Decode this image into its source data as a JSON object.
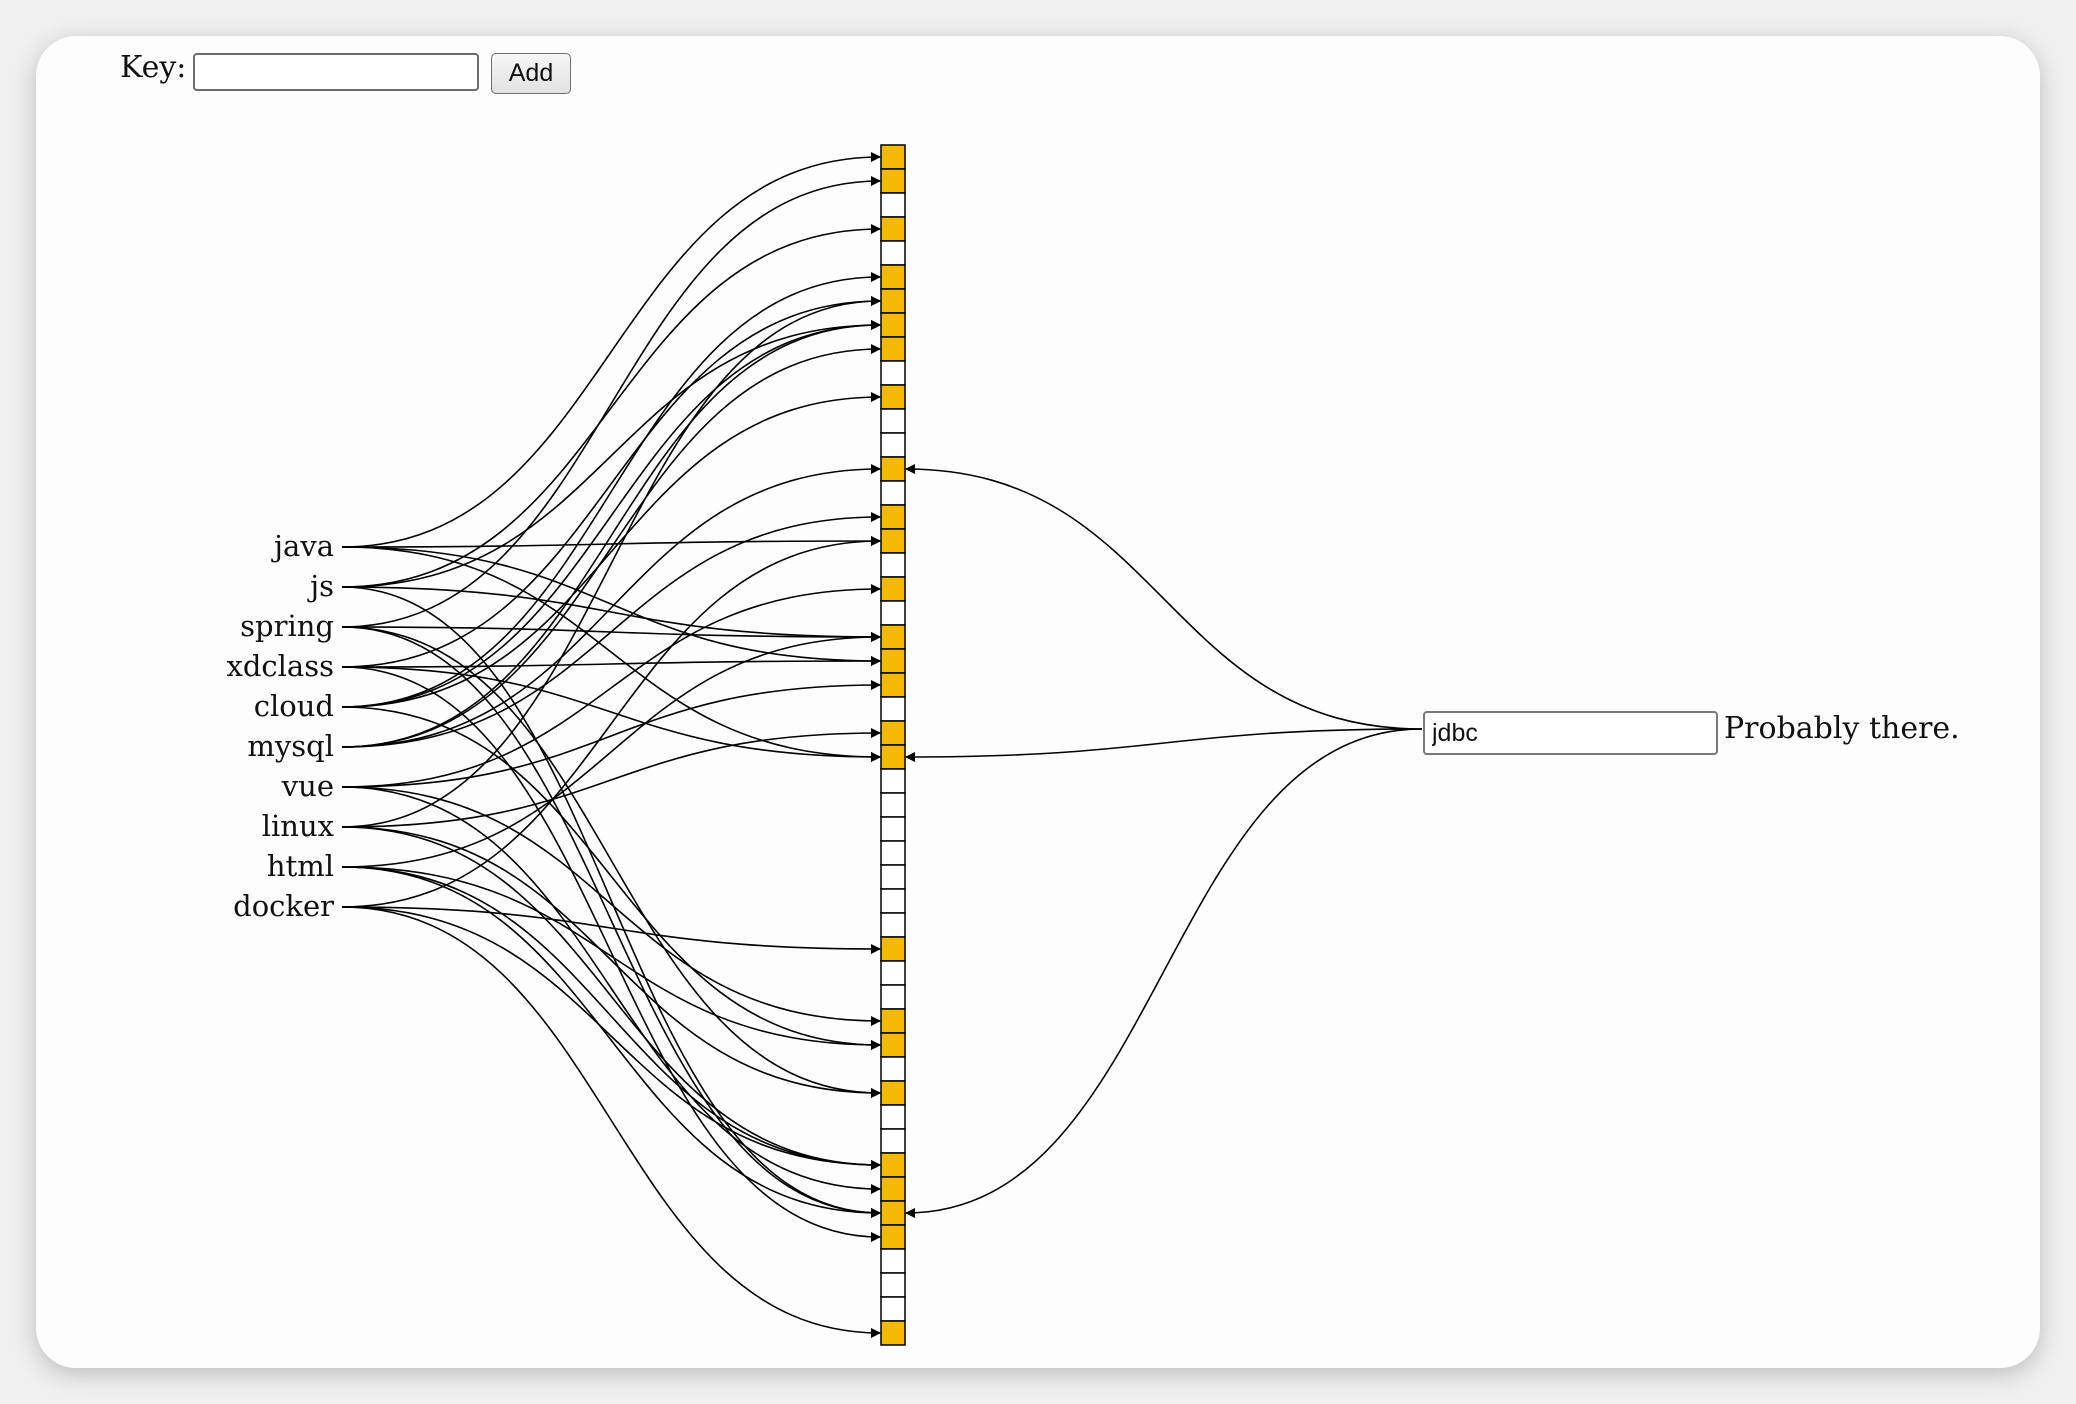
{
  "key_form": {
    "label": "Key:",
    "input_value": "",
    "add_label": "Add"
  },
  "bloom_filter": {
    "size": 50,
    "colors": {
      "set_bit": "#f6b800",
      "unset_bit": "#ffffff",
      "stroke": "#000000"
    },
    "set_bits": [
      0,
      1,
      3,
      5,
      6,
      7,
      8,
      10,
      13,
      15,
      16,
      18,
      20,
      21,
      22,
      24,
      25,
      33,
      36,
      37,
      39,
      42,
      43,
      44,
      45,
      49
    ],
    "keys": [
      {
        "label": "java",
        "bits": [
          0,
          16,
          21,
          25
        ]
      },
      {
        "label": "js",
        "bits": [
          3,
          7,
          20,
          44
        ]
      },
      {
        "label": "spring",
        "bits": [
          1,
          20,
          39,
          44
        ]
      },
      {
        "label": "xdclass",
        "bits": [
          6,
          21,
          25,
          45
        ]
      },
      {
        "label": "cloud",
        "bits": [
          5,
          7,
          10,
          37
        ]
      },
      {
        "label": "mysql",
        "bits": [
          7,
          8,
          13,
          15
        ]
      },
      {
        "label": "vue",
        "bits": [
          18,
          22,
          36,
          43
        ]
      },
      {
        "label": "linux",
        "bits": [
          6,
          24,
          39,
          42
        ]
      },
      {
        "label": "html",
        "bits": [
          20,
          37,
          42,
          44
        ]
      },
      {
        "label": "docker",
        "bits": [
          16,
          33,
          42,
          49
        ]
      }
    ]
  },
  "query": {
    "value": "jdbc",
    "bits": [
      13,
      25,
      44
    ],
    "result": "Probably there."
  }
}
